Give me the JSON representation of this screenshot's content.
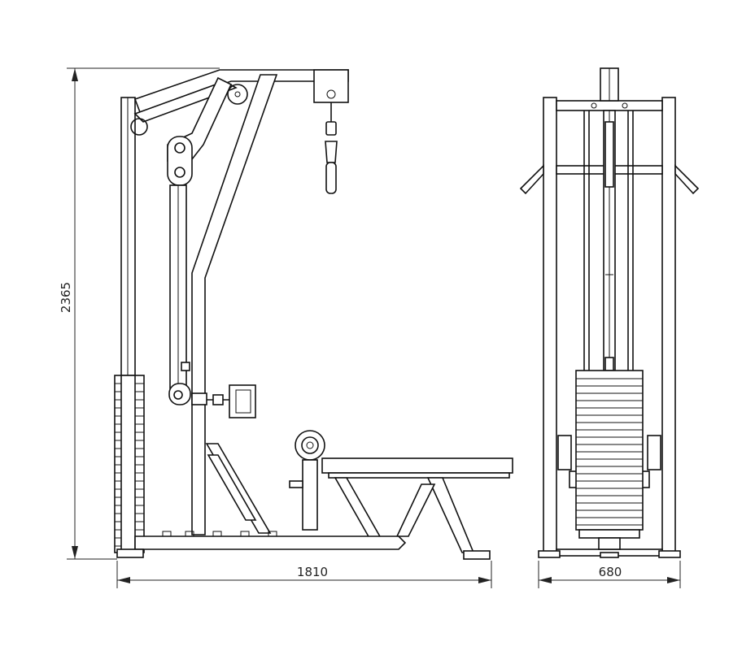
{
  "diagram": {
    "dimensions": {
      "height_label": "2365",
      "side_width_label": "1810",
      "front_width_label": "680"
    },
    "colors": {
      "line": "#111111",
      "background": "#ffffff"
    }
  }
}
